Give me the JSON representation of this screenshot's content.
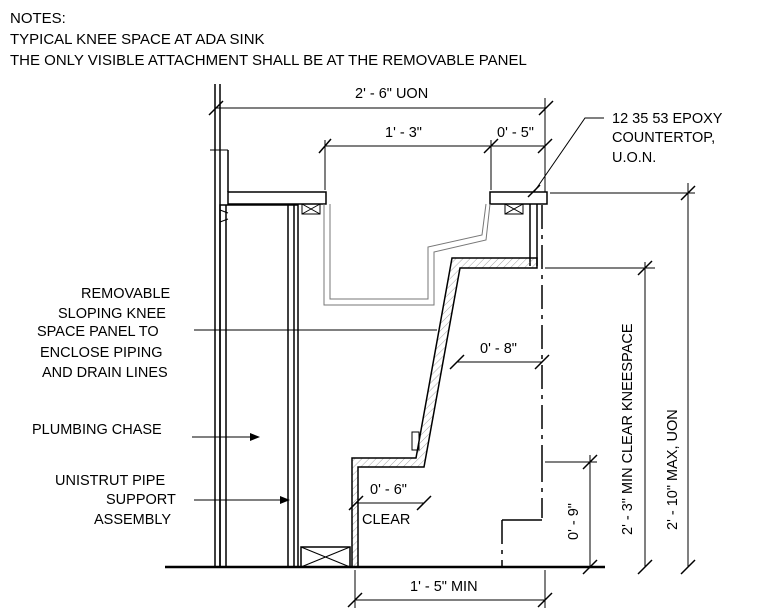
{
  "notes": {
    "line1": "NOTES:",
    "line2": "TYPICAL KNEE SPACE AT ADA SINK",
    "line3": "THE ONLY VISIBLE ATTACHMENT SHALL BE AT THE REMOVABLE PANEL"
  },
  "dimensions": {
    "overall_width": "2' - 6\"   UON",
    "sink_bowl": "1' - 3\"",
    "front_edge": "0' - 5\"",
    "panel_offset": "0' - 8\"",
    "toe_depth": "0' - 6\"",
    "toe_clear": "CLEAR",
    "min_depth": "1' - 5\"   MIN",
    "toe_height": "0' - 9\"",
    "knee_height": "2' - 3\"   MIN CLEAR KNEESPACE",
    "max_height": "2' - 10\"    MAX, UON"
  },
  "labels": {
    "countertop": [
      "12 35 53 EPOXY",
      "COUNTERTOP,",
      "U.O.N."
    ],
    "panel": [
      "REMOVABLE",
      "SLOPING KNEE",
      "SPACE PANEL TO",
      "ENCLOSE PIPING",
      "AND DRAIN LINES"
    ],
    "chase": "PLUMBING CHASE",
    "unistrut": [
      "UNISTRUT PIPE",
      "SUPPORT",
      "ASSEMBLY"
    ]
  }
}
